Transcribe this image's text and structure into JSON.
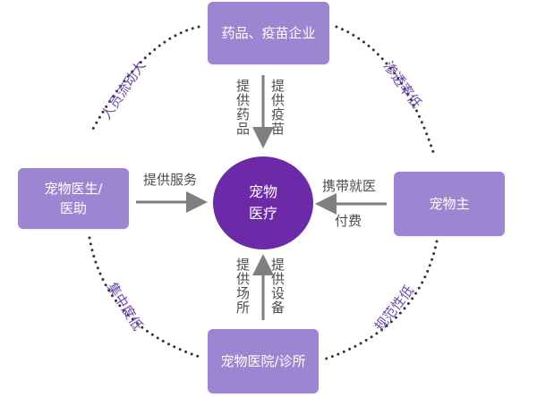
{
  "nodes": {
    "top": "药品、疫苗企业",
    "left_line1": "宠物医生/",
    "left_line2": "医助",
    "right": "宠物主",
    "bottom": "宠物医院/诊所",
    "center_line1": "宠物",
    "center_line2": "医疗"
  },
  "edge_labels": {
    "top_a": "提供药品",
    "top_b": "提供疫苗",
    "left": "提供服务",
    "right_top": "携带就医",
    "right_bottom": "付费",
    "bottom_a": "提供场所",
    "bottom_b": "提供设备"
  },
  "ring_labels": {
    "top_left": "人员流动大",
    "top_right": "渗透率低",
    "bottom_left": "集中度低",
    "bottom_right": "规范性低"
  },
  "colors": {
    "node": "#9d85d2",
    "center": "#6c2aa8",
    "arrow": "#7f7f7f",
    "ring_text": "#6b46b8",
    "dots": "#333333"
  }
}
